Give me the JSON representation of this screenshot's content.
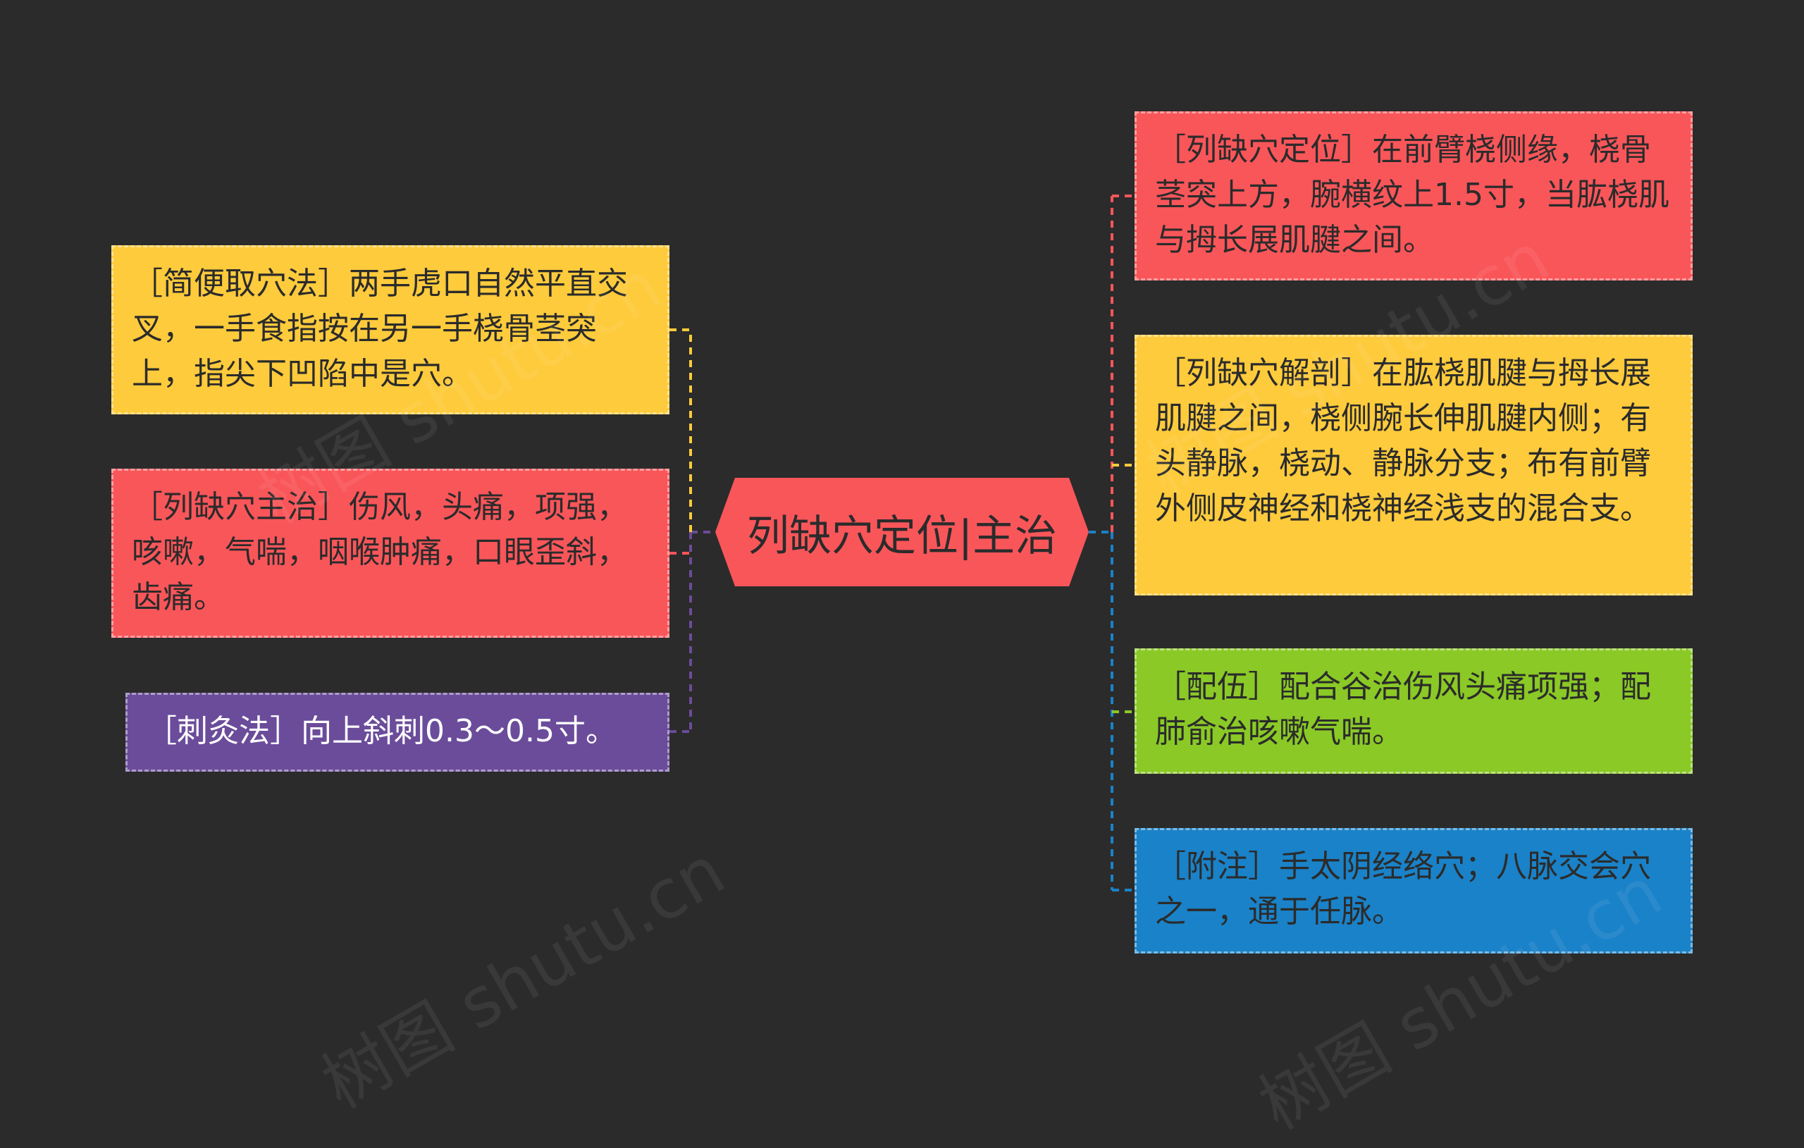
{
  "center": {
    "title": "列缺穴定位|主治",
    "color": "#f9565a"
  },
  "colors": {
    "red": "#f9565a",
    "yellow": "#fecb3c",
    "purple": "#6b4c9a",
    "green": "#8ac926",
    "blue": "#1a82c8",
    "background": "#2b2b2b"
  },
  "left_nodes": [
    {
      "tag": "［简便取穴法］",
      "text": "两手虎口自然平直交叉，一手食指按在另一手桡骨茎突上，指尖下凹陷中是穴。",
      "color": "#fecb3c"
    },
    {
      "tag": "［列缺穴主治］",
      "text": "伤风，头痛，项强，咳嗽，气喘，咽喉肿痛，口眼歪斜，齿痛。",
      "color": "#f9565a"
    },
    {
      "tag": "［刺灸法］",
      "text": "向上斜刺0.3～0.5寸。",
      "color": "#6b4c9a"
    }
  ],
  "right_nodes": [
    {
      "tag": "［列缺穴定位］",
      "text": "在前臂桡侧缘，桡骨茎突上方，腕横纹上1.5寸，当肱桡肌与拇长展肌腱之间。",
      "color": "#f9565a"
    },
    {
      "tag": "［列缺穴解剖］",
      "text": "在肱桡肌腱与拇长展肌腱之间，桡侧腕长伸肌腱内侧；有头静脉，桡动、静脉分支；布有前臂外侧皮神经和桡神经浅支的混合支。",
      "color": "#fecb3c"
    },
    {
      "tag": "［配伍］",
      "text": "配合谷治伤风头痛项强；配肺俞治咳嗽气喘。",
      "color": "#8ac926"
    },
    {
      "tag": "［附注］",
      "text": "手太阴经络穴；八脉交会穴之一，通于任脉。",
      "color": "#1a82c8"
    }
  ],
  "watermark": "树图 shutu.cn"
}
